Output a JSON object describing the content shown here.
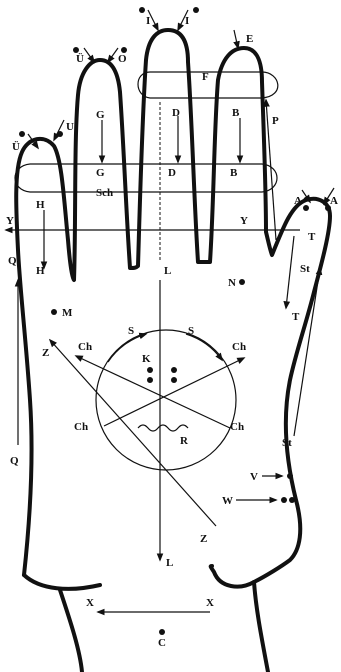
{
  "labels": {
    "I_left": "I",
    "I_right": "I",
    "E": "E",
    "U_umlaut": "Ü",
    "O": "O",
    "U_left": "Ü",
    "U_right": "U",
    "A_left": "A",
    "A_right": "A",
    "F": "F",
    "P": "P",
    "G_top": "G",
    "D_top": "D",
    "B_top": "B",
    "G_low": "G",
    "D_low": "D",
    "B_low": "B",
    "Sch": "Sch",
    "H_top": "H",
    "H_low": "H",
    "Y_left": "Y",
    "Y_right": "Y",
    "Q_top": "Q",
    "Q_low": "Q",
    "T_top": "T",
    "T_low": "T",
    "St_top": "St",
    "St_low": "St",
    "L_top": "L",
    "L_low": "L",
    "N": "N",
    "M": "M",
    "S_left": "S",
    "S_right": "S",
    "Z_top": "Z",
    "Z_low": "Z",
    "Ch_tl": "Ch",
    "Ch_tr": "Ch",
    "Ch_bl": "Ch",
    "Ch_br": "Ch",
    "K": "K",
    "R": "R",
    "V": "V",
    "W": "W",
    "X_left": "X",
    "X_right": "X",
    "C": "C"
  }
}
